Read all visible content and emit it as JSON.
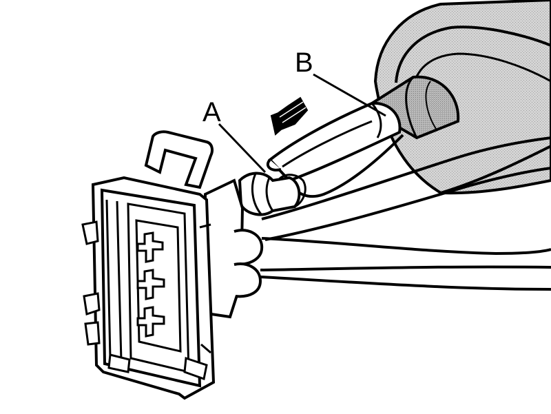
{
  "labels": {
    "a": "A",
    "b": "B"
  },
  "colors": {
    "ink": "#000000",
    "paper": "#ffffff",
    "grommet_shade": "#cfcfcf",
    "grommet_shade_dark": "#b8b8b8"
  },
  "icons": {
    "direction_arrow": "arrow-down-left"
  }
}
